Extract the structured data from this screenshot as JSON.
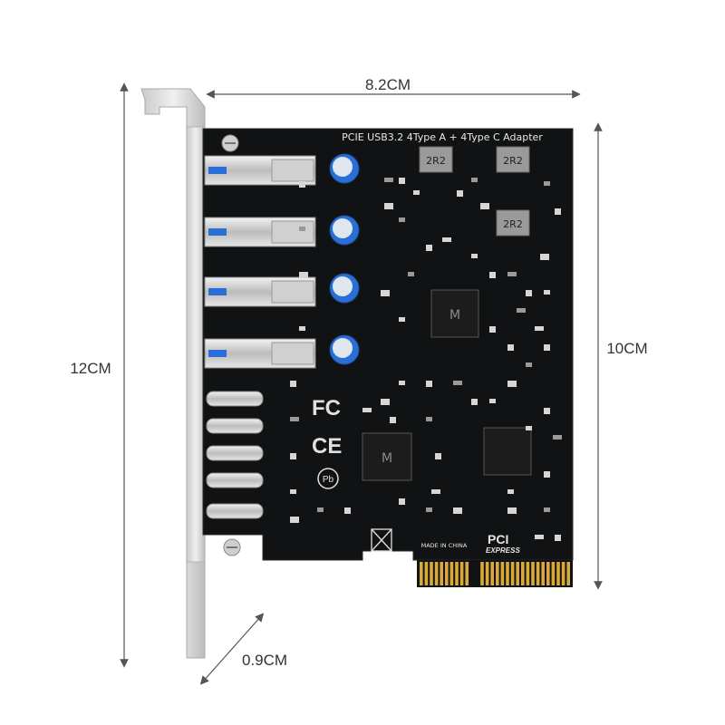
{
  "dimensions": {
    "width": "8.2CM",
    "height": "12CM",
    "board_height": "10CM",
    "thickness": "0.9CM"
  },
  "board": {
    "title": "PCIE USB3.2 4Type A + 4Type C Adapter",
    "marking_made_in": "MADE IN CHINA",
    "pci_logo": "PCI",
    "pci_express": "EXPRESS",
    "inductor_label": "2R2"
  },
  "colors": {
    "pcb": "#111213",
    "bracket": "#d9d9d9",
    "gold": "#d9a93a",
    "capacitor": "#2a6fd6"
  }
}
